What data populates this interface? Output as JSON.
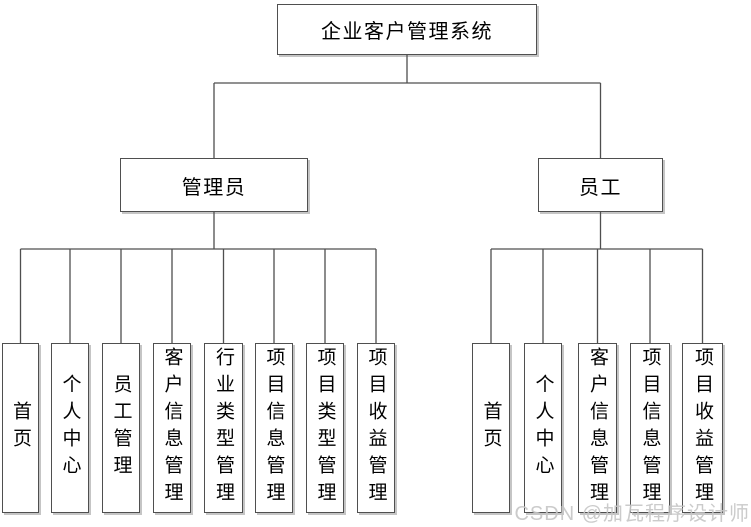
{
  "diagram": {
    "root": {
      "label": "企业客户管理系统"
    },
    "branches": [
      {
        "label": "管理员",
        "children": [
          "首页",
          "个人中心",
          "员工管理",
          "客户信息管理",
          "行业类型管理",
          "项目信息管理",
          "项目类型管理",
          "项目收益管理"
        ]
      },
      {
        "label": "员工",
        "children": [
          "首页",
          "个人中心",
          "客户信息管理",
          "项目信息管理",
          "项目收益管理"
        ]
      }
    ]
  },
  "watermark": {
    "text": "CSDN @加瓦程序设计师"
  },
  "colors": {
    "background": "#ffffff",
    "box_fill": "#ffffff",
    "box_border": "#4f4f4f",
    "connector": "#4f4f4f",
    "text": "#000000",
    "watermark": "#c6c6c6"
  }
}
